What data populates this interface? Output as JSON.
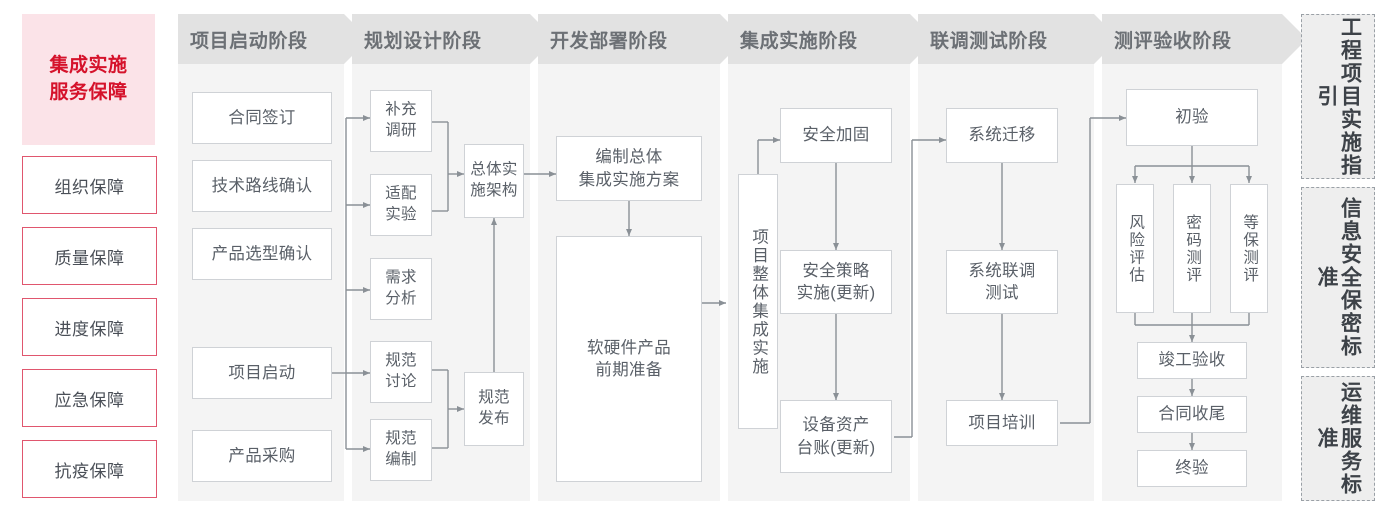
{
  "sidebar": {
    "title": "集成实施\n服务保障",
    "title_line1": "集成实施",
    "title_line2": "服务保障",
    "items": [
      {
        "label": "组织保障"
      },
      {
        "label": "质量保障"
      },
      {
        "label": "进度保障"
      },
      {
        "label": "应急保障"
      },
      {
        "label": "抗疫保障"
      }
    ]
  },
  "phases": [
    {
      "label": "项目启动阶段"
    },
    {
      "label": "规划设计阶段"
    },
    {
      "label": "开发部署阶段"
    },
    {
      "label": "集成实施阶段"
    },
    {
      "label": "联调测试阶段"
    },
    {
      "label": "测评验收阶段"
    }
  ],
  "nodes": {
    "p1": [
      {
        "label": "合同签订"
      },
      {
        "label": "技术路线确认"
      },
      {
        "label": "产品选型确认"
      },
      {
        "label": "项目启动"
      },
      {
        "label": "产品采购"
      }
    ],
    "p2": [
      {
        "label": "补充\n调研",
        "l1": "补充",
        "l2": "调研"
      },
      {
        "label": "适配\n实验",
        "l1": "适配",
        "l2": "实验"
      },
      {
        "label": "需求\n分析",
        "l1": "需求",
        "l2": "分析"
      },
      {
        "label": "规范\n讨论",
        "l1": "规范",
        "l2": "讨论"
      },
      {
        "label": "规范\n编制",
        "l1": "规范",
        "l2": "编制"
      },
      {
        "label": "总体实\n施架构",
        "l1": "总体实",
        "l2": "施架构"
      },
      {
        "label": "规范\n发布",
        "l1": "规范",
        "l2": "发布"
      }
    ],
    "p3": [
      {
        "label": "编制总体\n集成实施方案",
        "l1": "编制总体",
        "l2": "集成实施方案"
      },
      {
        "label": "软硬件产品\n前期准备",
        "l1": "软硬件产品",
        "l2": "前期准备"
      }
    ],
    "p4": [
      {
        "label": "项目整体集成实施"
      },
      {
        "label": "安全加固"
      },
      {
        "label": "安全策略\n实施(更新)",
        "l1": "安全策略",
        "l2": "实施(更新)"
      },
      {
        "label": "设备资产\n台账(更新)",
        "l1": "设备资产",
        "l2": "台账(更新)"
      }
    ],
    "p5": [
      {
        "label": "系统迁移"
      },
      {
        "label": "系统联调\n测试",
        "l1": "系统联调",
        "l2": "测试"
      },
      {
        "label": "项目培训"
      }
    ],
    "p6": [
      {
        "label": "初验"
      },
      {
        "label": "风险评估"
      },
      {
        "label": "密码测评"
      },
      {
        "label": "等保测评"
      },
      {
        "label": "竣工验收"
      },
      {
        "label": "合同收尾"
      },
      {
        "label": "终验"
      }
    ]
  },
  "standards": [
    {
      "label": "工程项目实施指引"
    },
    {
      "label": "信息安全保密标准"
    },
    {
      "label": "运维服务标准"
    }
  ],
  "colors": {
    "brand_red": "#d5122b",
    "sidebar_title_bg": "#fbe3e8",
    "sidebar_item_border": "#e0566e",
    "phase_band_bg": "#f4f4f4",
    "phase_head_bg": "#e2e2e2",
    "phase_head_text": "#6c7075",
    "node_border": "#cfd2d6",
    "node_text": "#5a6068",
    "wire": "#8a9096",
    "standard_bg": "#eeeeee",
    "standard_border": "#9aa0a6"
  }
}
